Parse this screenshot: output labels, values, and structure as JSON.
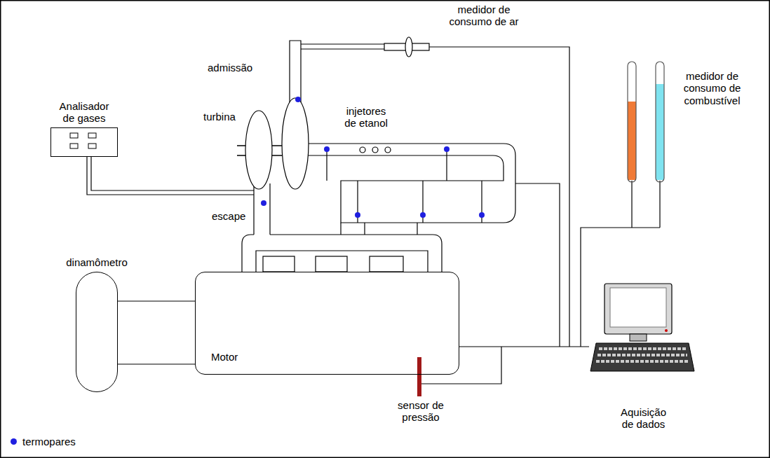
{
  "diagram": {
    "nodes": [
      {
        "text": [
          "Analisador de gases"
        ]
      },
      {
        "text": [
          "dinamômetro"
        ]
      },
      {
        "text": [
          "Motor"
        ]
      },
      {
        "text": [
          "Aquisição de dados"
        ]
      }
    ],
    "edges": [
      {
        "from": 1,
        "to": 2,
        "arrow": "none"
      },
      {
        "from": 2,
        "to": 3,
        "arrow": "none"
      }
    ],
    "labels": [
      "medidor de consumo de ar",
      "admissão",
      "turbina",
      "injetores de etanol",
      "medidor de consumo de combustível",
      "escape",
      "sensor de pressão"
    ],
    "legend": [
      {
        "text": "termopares",
        "color": "#1f1fe0"
      }
    ]
  }
}
